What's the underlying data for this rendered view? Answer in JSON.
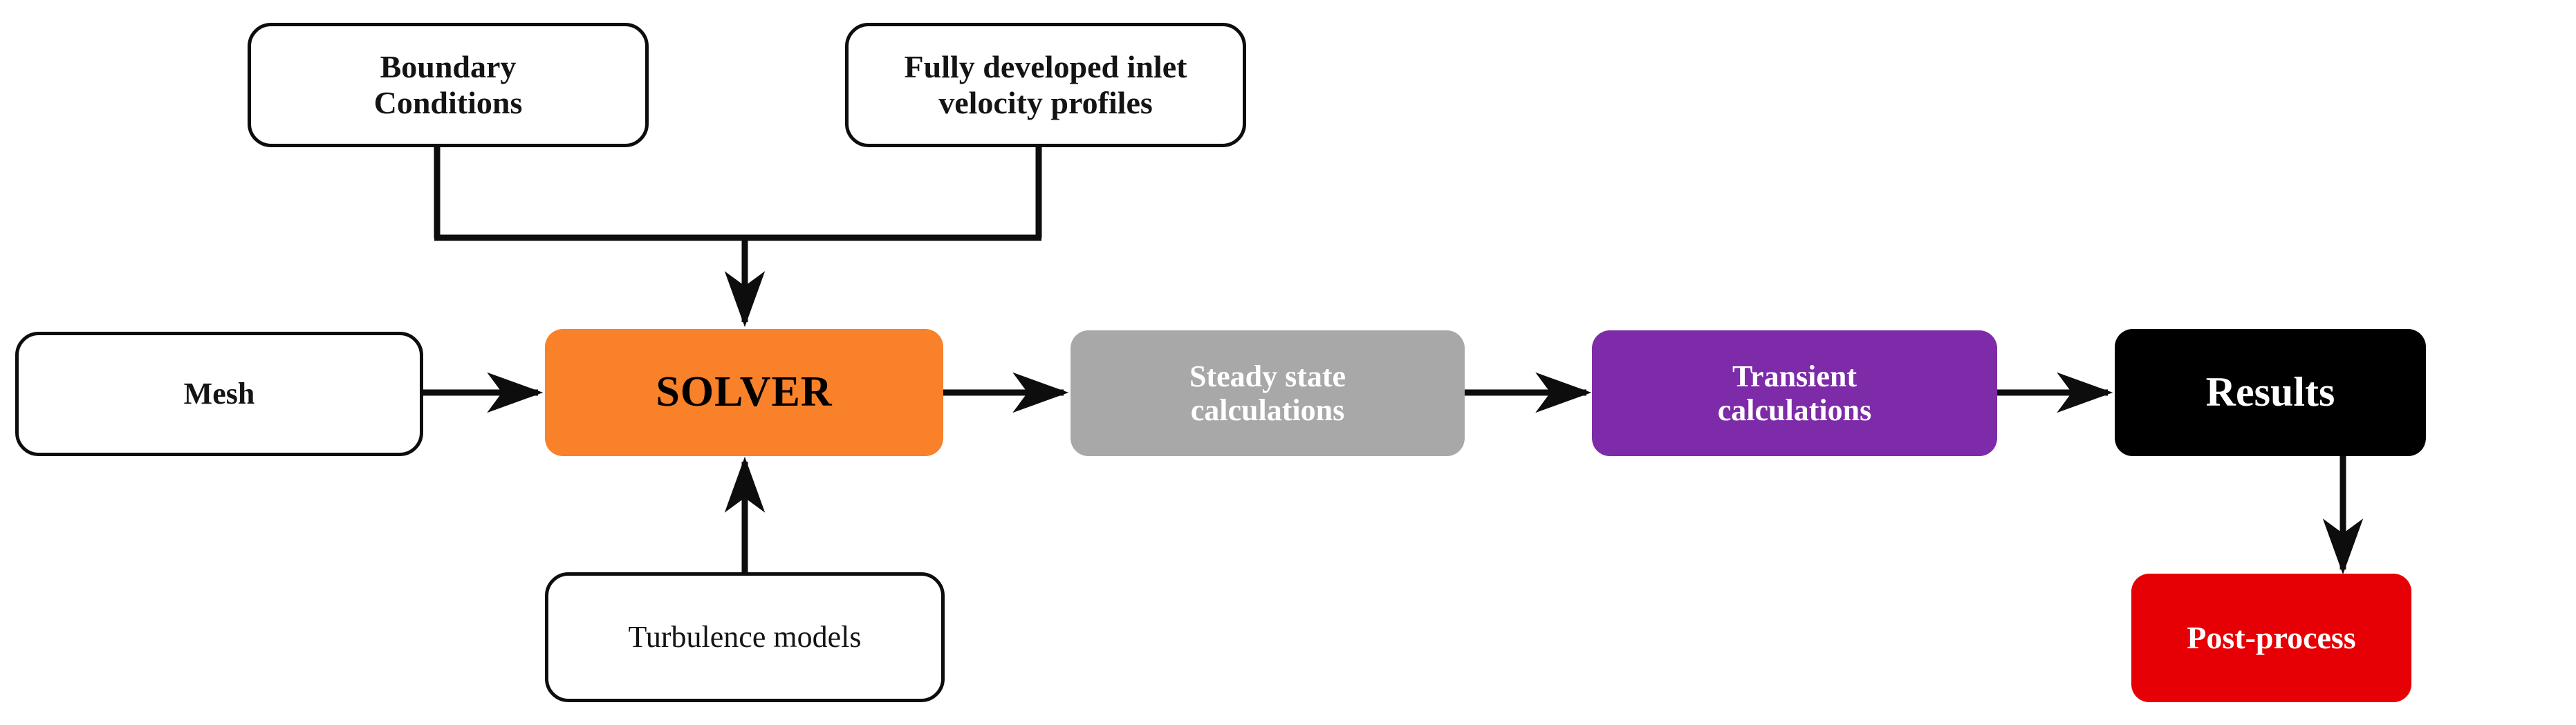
{
  "diagram": {
    "title": "CFD simulation workflow flowchart",
    "background": "#ffffff",
    "nodes": {
      "boundary_conditions": {
        "label": "Boundary\nConditions",
        "fill": "#ffffff",
        "text_color": "#141414",
        "style": "outlined"
      },
      "inlet_profiles": {
        "label": "Fully developed inlet\nvelocity profiles",
        "fill": "#ffffff",
        "text_color": "#141414",
        "style": "outlined"
      },
      "mesh": {
        "label": "Mesh",
        "fill": "#ffffff",
        "text_color": "#141414",
        "style": "outlined"
      },
      "solver": {
        "label": "SOLVER",
        "fill": "#f9812a",
        "text_color": "#000000",
        "style": "filled"
      },
      "turbulence_models": {
        "label": "Turbulence models",
        "fill": "#ffffff",
        "text_color": "#141414",
        "style": "outlined"
      },
      "steady_state": {
        "label": "Steady state\ncalculations",
        "fill": "#a8a8a8",
        "text_color": "#ffffff",
        "style": "filled"
      },
      "transient": {
        "label": "Transient\ncalculations",
        "fill": "#7d2ba8",
        "text_color": "#ffffff",
        "style": "filled"
      },
      "results": {
        "label": "Results",
        "fill": "#000000",
        "text_color": "#ffffff",
        "style": "filled"
      },
      "post_process": {
        "label": "Post-process",
        "fill": "#e60005",
        "text_color": "#ffffff",
        "style": "filled"
      }
    },
    "connections": [
      {
        "from": "mesh",
        "to": "solver",
        "kind": "arrow-right"
      },
      {
        "from": "boundary_conditions",
        "to": "solver",
        "kind": "elbow-down-merge"
      },
      {
        "from": "inlet_profiles",
        "to": "solver",
        "kind": "elbow-down-merge"
      },
      {
        "from": "turbulence_models",
        "to": "solver",
        "kind": "arrow-up"
      },
      {
        "from": "solver",
        "to": "steady_state",
        "kind": "arrow-right"
      },
      {
        "from": "steady_state",
        "to": "transient",
        "kind": "arrow-right"
      },
      {
        "from": "transient",
        "to": "results",
        "kind": "arrow-right"
      },
      {
        "from": "results",
        "to": "post_process",
        "kind": "arrow-down"
      }
    ],
    "line_color": "#0d0d0d"
  }
}
